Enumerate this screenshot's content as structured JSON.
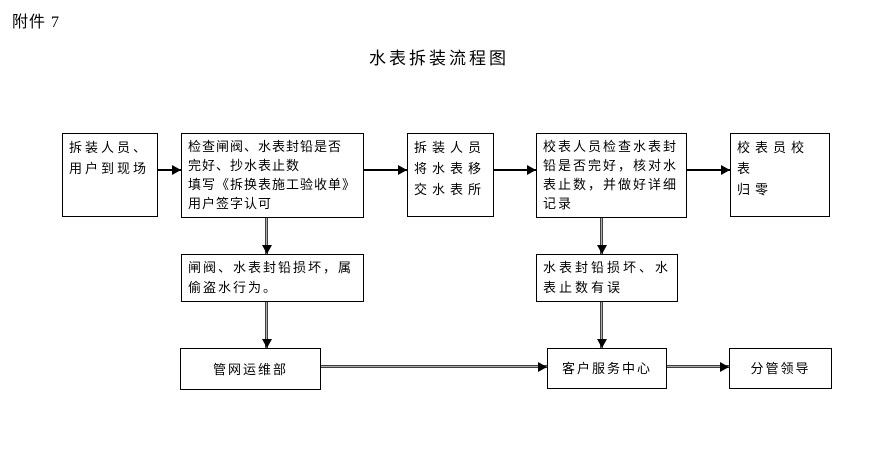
{
  "header": {
    "attachment": "附件 7",
    "title": "水表拆装流程图"
  },
  "flowchart": {
    "boxes": {
      "arrive": "拆装人员、\n用户到现场",
      "check": "检查闸阀、水表封铅是否\n完好、抄水表止数\n填写《拆换表施工验收单》\n用户签字认可",
      "transfer": "拆装人员\n将水表移\n交水表所",
      "calibrate_check": "校表人员检查水表封\n铅是否完好，核对水\n表止数，并做好详细\n记录",
      "zero": "校表员校表\n归零",
      "theft": "闸阀、水表封铅损坏，属\n偷盗水行为。",
      "reading_error": "水表封铅损坏、水\n表止数有误",
      "pipeline_dept": "管网运维部",
      "customer_service": "客户服务中心",
      "leader": "分管领导"
    },
    "colors": {
      "box_border": "#000000",
      "arrow_black": "#000000",
      "connector_gray": "#adadad",
      "background": "#ffffff",
      "text": "#000000"
    }
  }
}
